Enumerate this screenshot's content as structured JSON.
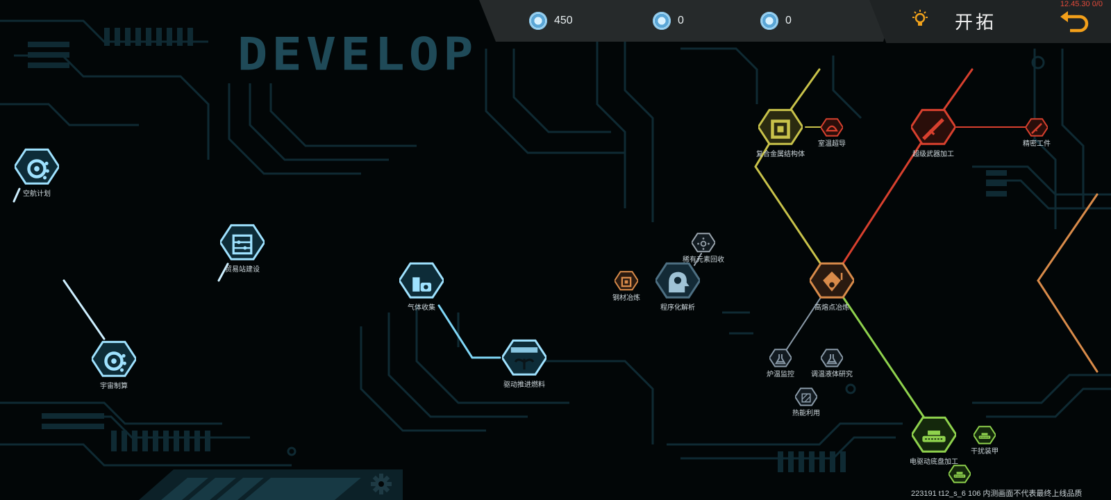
{
  "topbar": {
    "resources": [
      {
        "icon": "research-chip-icon",
        "value": "450"
      },
      {
        "icon": "blueprint-chip-icon",
        "value": "0"
      },
      {
        "icon": "data-chip-icon",
        "value": "0"
      }
    ],
    "mode_label": "开拓",
    "mode_icon": "lightbulb-icon",
    "back_icon": "back-arrow-icon"
  },
  "background_title": "DEVELOP",
  "debug_text": "12.45.30 0/0",
  "build_text": "223191 t12_s_6 106  内测画面不代表最终上线品质",
  "colors": {
    "cyan": "#9fe2ff",
    "orange": "#d98b4a",
    "yellow": "#c8c24a",
    "red": "#d8402e",
    "green": "#8fd24d",
    "slate": "#8a9aa8"
  },
  "nodes": {
    "n1": {
      "label": "空航计划",
      "icon": "gear-spaceship-icon"
    },
    "n2": {
      "label": "贸易站建设",
      "icon": "abacus-icon"
    },
    "n3": {
      "label": "宇宙制算",
      "icon": "gear-dots-icon"
    },
    "n4": {
      "label": "气体收集",
      "icon": "gas-tank-icon"
    },
    "n5": {
      "label": "驱动推进燃料",
      "icon": "plant-sprout-icon"
    },
    "n6": {
      "label": "钢材冶炼",
      "icon": "ingot-icon"
    },
    "n7": {
      "label": "稀有元素回收",
      "icon": "molecule-icon"
    },
    "n8": {
      "label": "程序化解析",
      "icon": "brain-gear-icon"
    },
    "n9": {
      "label": "高熔点冶炼",
      "icon": "thermometer-icon"
    },
    "n10": {
      "label": "复合金属结构体",
      "icon": "grid-block-icon"
    },
    "n11": {
      "label": "室温超导",
      "icon": "hat-icon"
    },
    "n12": {
      "label": "超级武器加工",
      "icon": "syringe-icon"
    },
    "n13": {
      "label": "精密工件",
      "icon": "needle-icon"
    },
    "n14": {
      "label": "炉温监控",
      "icon": "flask-icon"
    },
    "n15": {
      "label": "调温液体研究",
      "icon": "flask-icon"
    },
    "n16": {
      "label": "热能利用",
      "icon": "hatch-icon"
    },
    "n17": {
      "label": "电驱动底盘加工",
      "icon": "tank-icon"
    },
    "n18": {
      "label": "干扰装甲",
      "icon": "tank-icon"
    },
    "n19": {
      "label": "",
      "icon": "tank-icon"
    }
  }
}
